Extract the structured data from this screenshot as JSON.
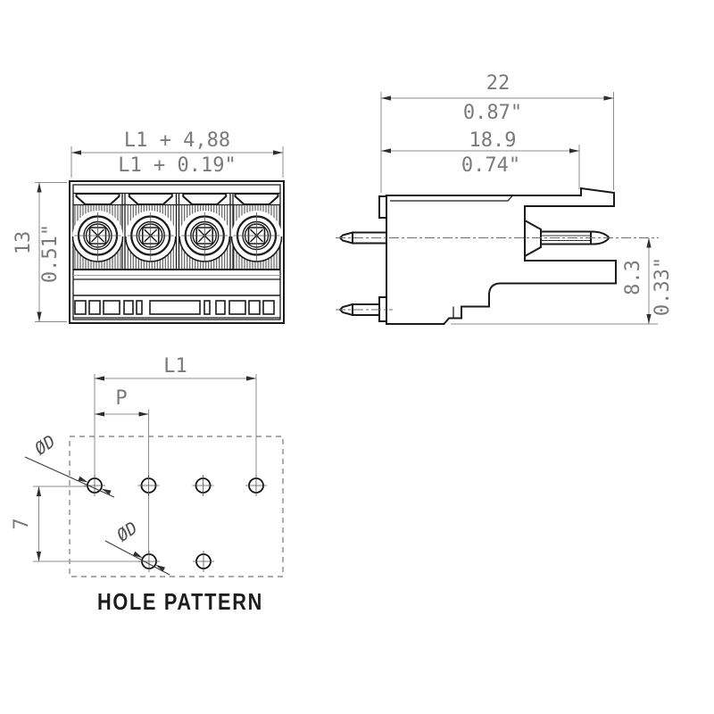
{
  "drawing": {
    "front_view": {
      "poles": 4,
      "width_dim_mm": "L1 + 4,88",
      "width_dim_in": "L1 + 0.19\"",
      "height_dim_mm": "13",
      "height_dim_in": "0.51\""
    },
    "side_view": {
      "overall_width_mm": "22",
      "overall_width_in": "0.87\"",
      "body_depth_mm": "18.9",
      "body_depth_in": "0.74\"",
      "pin_height_mm": "8.3",
      "pin_height_in": "0.33\""
    },
    "hole_pattern": {
      "title": "HOLE PATTERN",
      "span_label": "L1",
      "pitch_label": "P",
      "row_spacing": "7",
      "hole_dia_top": "ØD",
      "hole_dia_bottom": "ØD",
      "top_row_holes": 4,
      "bottom_row_holes": 2
    },
    "colors": {
      "outline": "#1b1b1b",
      "dimension_lines": "#8c8c8c",
      "dimension_text": "#7a7a7a",
      "label_text": "#1d1d1d"
    }
  }
}
